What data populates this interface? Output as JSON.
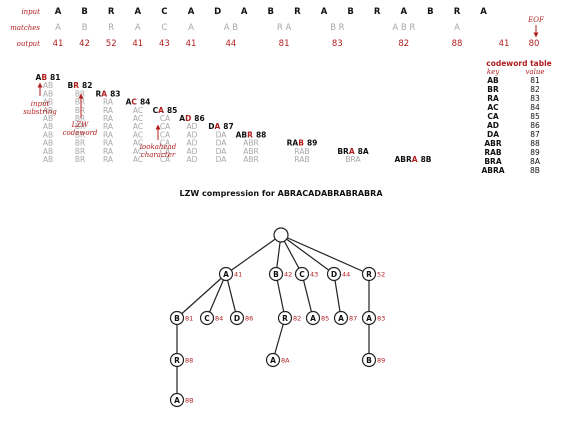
{
  "labels": {
    "input": "input",
    "matches": "matches",
    "output": "output",
    "eof": "EOF",
    "input_substring": [
      "input",
      "substring"
    ],
    "lzw_codeword": [
      "LZW",
      "codeword"
    ],
    "lookahead_character": [
      "lookahead",
      "character"
    ]
  },
  "input_chars": [
    "A",
    "B",
    "R",
    "A",
    "C",
    "A",
    "D",
    "A",
    "B",
    "R",
    "A",
    "B",
    "R",
    "A",
    "B",
    "R",
    "A"
  ],
  "matches": [
    "A",
    "B",
    "R",
    "A",
    "C",
    "A",
    "A B",
    "R A",
    "B R",
    "A B R",
    "A"
  ],
  "outputs": [
    "41",
    "42",
    "52",
    "41",
    "43",
    "41",
    "44",
    "81",
    "83",
    "82",
    "88",
    "41",
    "80"
  ],
  "steps": [
    {
      "input": "A",
      "next": "B",
      "code": "81"
    },
    {
      "input": "B",
      "next": "R",
      "code": "82"
    },
    {
      "input": "R",
      "next": "A",
      "code": "83"
    },
    {
      "input": "A",
      "next": "C",
      "code": "84"
    },
    {
      "input": "C",
      "next": "A",
      "code": "85"
    },
    {
      "input": "A",
      "next": "D",
      "code": "86"
    },
    {
      "input": "D",
      "next": "A",
      "code": "87"
    },
    {
      "input": "AB",
      "next": "R",
      "code": "88"
    },
    {
      "input": "RA",
      "next": "B",
      "code": "89"
    },
    {
      "input": "BR",
      "next": "A",
      "code": "8A"
    },
    {
      "input": "ABR",
      "next": "A",
      "code": "8B"
    }
  ],
  "codeword_table": {
    "title": "codeword table",
    "key_header": "key",
    "value_header": "value",
    "rows": [
      {
        "key": "AB",
        "value": "81"
      },
      {
        "key": "BR",
        "value": "82"
      },
      {
        "key": "RA",
        "value": "83"
      },
      {
        "key": "AC",
        "value": "84"
      },
      {
        "key": "CA",
        "value": "85"
      },
      {
        "key": "AD",
        "value": "86"
      },
      {
        "key": "DA",
        "value": "87"
      },
      {
        "key": "ABR",
        "value": "88"
      },
      {
        "key": "RAB",
        "value": "89"
      },
      {
        "key": "BRA",
        "value": "8A"
      },
      {
        "key": "ABRA",
        "value": "8B"
      }
    ]
  },
  "caption": {
    "prefix": "LZW compression for ",
    "string": "ABRACADABRABRABRA"
  },
  "trie": {
    "root": {
      "id": "root",
      "label": "",
      "code": ""
    },
    "nodes": [
      {
        "id": "A",
        "label": "A",
        "code": "41",
        "parent": "root"
      },
      {
        "id": "B",
        "label": "B",
        "code": "42",
        "parent": "root"
      },
      {
        "id": "C",
        "label": "C",
        "code": "43",
        "parent": "root"
      },
      {
        "id": "D",
        "label": "D",
        "code": "44",
        "parent": "root"
      },
      {
        "id": "R",
        "label": "R",
        "code": "52",
        "parent": "root"
      },
      {
        "id": "AB",
        "label": "B",
        "code": "81",
        "parent": "A"
      },
      {
        "id": "AC",
        "label": "C",
        "code": "84",
        "parent": "A"
      },
      {
        "id": "AD",
        "label": "D",
        "code": "86",
        "parent": "A"
      },
      {
        "id": "BR",
        "label": "R",
        "code": "82",
        "parent": "B"
      },
      {
        "id": "CA",
        "label": "A",
        "code": "85",
        "parent": "C"
      },
      {
        "id": "DA",
        "label": "A",
        "code": "87",
        "parent": "D"
      },
      {
        "id": "RA",
        "label": "A",
        "code": "83",
        "parent": "R"
      },
      {
        "id": "ABR",
        "label": "R",
        "code": "88",
        "parent": "AB"
      },
      {
        "id": "BRA",
        "label": "A",
        "code": "8A",
        "parent": "BR"
      },
      {
        "id": "RAB",
        "label": "B",
        "code": "89",
        "parent": "RA"
      },
      {
        "id": "ABRA",
        "label": "A",
        "code": "8B",
        "parent": "ABR"
      }
    ]
  },
  "colors": {
    "red": "#b01e1e",
    "gray": "#a8a8a8",
    "black": "#111111",
    "dark": "#222222"
  }
}
